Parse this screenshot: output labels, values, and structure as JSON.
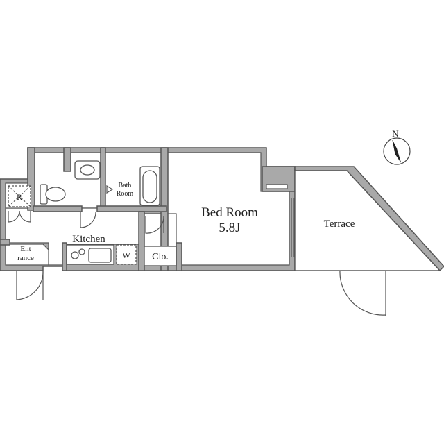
{
  "rooms": {
    "bed_room": "Bed Room",
    "bed_room_size": "5.8J",
    "terrace": "Terrace",
    "kitchen": "Kitchen",
    "bath_room_line1": "Bath",
    "bath_room_line2": "Room",
    "closet": "Clo.",
    "entrance_line1": "Ent",
    "entrance_line2": "rance",
    "refrigerator": "R",
    "washer": "W"
  },
  "compass": {
    "label": "N"
  }
}
